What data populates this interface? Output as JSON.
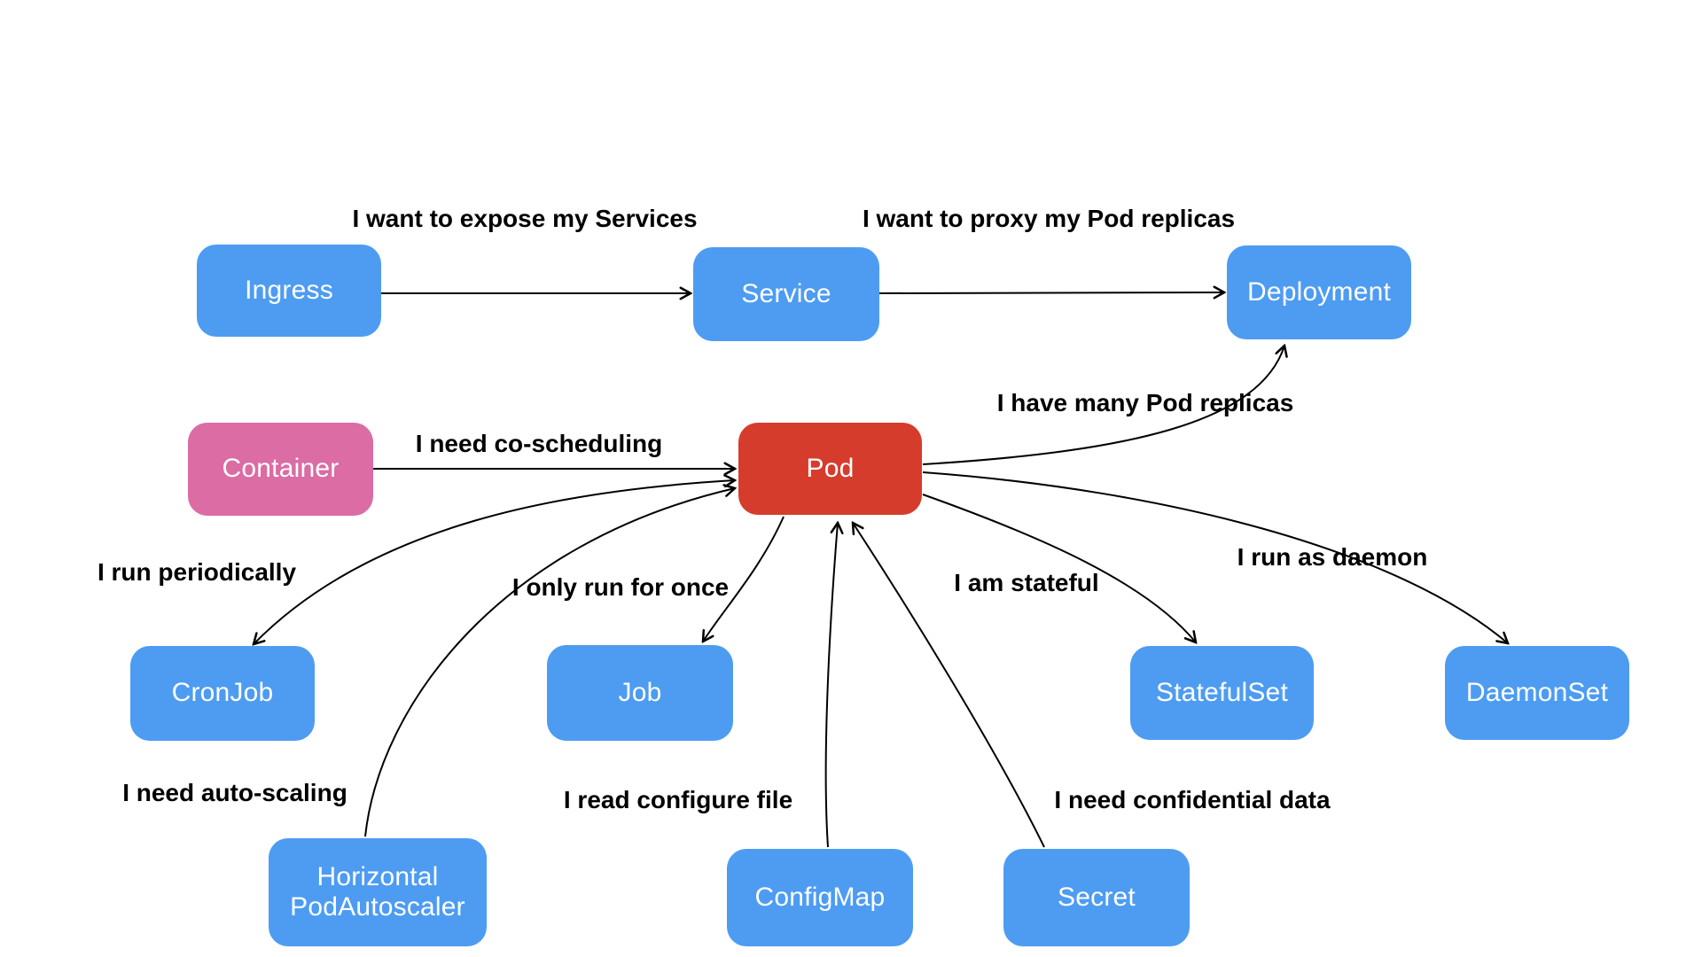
{
  "diagram": {
    "title": "Kubernetes resources relationship diagram",
    "colors": {
      "background": "#ffffff",
      "node_blue": "#4D9CF2",
      "node_red": "#D63C2C",
      "node_pink": "#DB6CA4",
      "node_text": "#ffffff",
      "edge": "#000000",
      "edge_label_text": "#000000"
    },
    "nodes": [
      {
        "id": "ingress",
        "label": "Ingress",
        "color": "#4D9CF2"
      },
      {
        "id": "service",
        "label": "Service",
        "color": "#4D9CF2"
      },
      {
        "id": "deployment",
        "label": "Deployment",
        "color": "#4D9CF2"
      },
      {
        "id": "container",
        "label": "Container",
        "color": "#DB6CA4"
      },
      {
        "id": "pod",
        "label": "Pod",
        "color": "#D63C2C"
      },
      {
        "id": "cronjob",
        "label": "CronJob",
        "color": "#4D9CF2"
      },
      {
        "id": "job",
        "label": "Job",
        "color": "#4D9CF2"
      },
      {
        "id": "statefulset",
        "label": "StatefulSet",
        "color": "#4D9CF2"
      },
      {
        "id": "daemonset",
        "label": "DaemonSet",
        "color": "#4D9CF2"
      },
      {
        "id": "hpa",
        "label": "Horizontal PodAutoscaler",
        "color": "#4D9CF2"
      },
      {
        "id": "configmap",
        "label": "ConfigMap",
        "color": "#4D9CF2"
      },
      {
        "id": "secret",
        "label": "Secret",
        "color": "#4D9CF2"
      }
    ],
    "edges": [
      {
        "id": "ingress-service",
        "from": "Ingress",
        "to": "Service",
        "label": "I want to expose my Services"
      },
      {
        "id": "service-deployment",
        "from": "Service",
        "to": "Deployment",
        "label": "I want to proxy my Pod replicas"
      },
      {
        "id": "container-pod",
        "from": "Container",
        "to": "Pod",
        "label": "I need co-scheduling"
      },
      {
        "id": "pod-deployment",
        "from": "Pod",
        "to": "Deployment",
        "label": "I have many Pod replicas"
      },
      {
        "id": "pod-cronjob",
        "from": "Pod",
        "to": "CronJob",
        "label": "I run periodically"
      },
      {
        "id": "pod-job",
        "from": "Pod",
        "to": "Job",
        "label": "I only run for once"
      },
      {
        "id": "pod-statefulset",
        "from": "Pod",
        "to": "StatefulSet",
        "label": "I am stateful"
      },
      {
        "id": "pod-daemonset",
        "from": "Pod",
        "to": "DaemonSet",
        "label": "I run as daemon"
      },
      {
        "id": "hpa-pod",
        "from": "HorizontalPodAutoscaler",
        "to": "Pod",
        "label": "I need auto-scaling"
      },
      {
        "id": "configmap-pod",
        "from": "ConfigMap",
        "to": "Pod",
        "label": "I read configure file"
      },
      {
        "id": "secret-pod",
        "from": "Secret",
        "to": "Pod",
        "label": "I need confidential data"
      }
    ]
  }
}
